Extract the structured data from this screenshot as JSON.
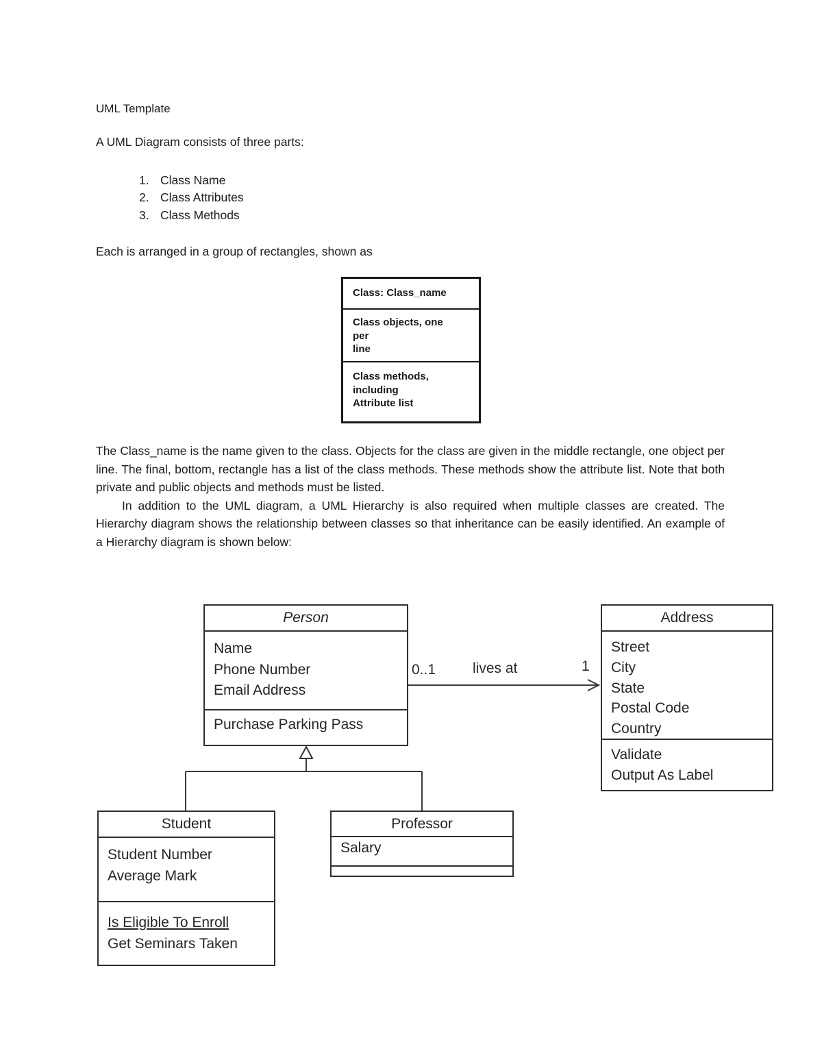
{
  "page": {
    "title_line": "UML Template",
    "intro_line": "A UML Diagram consists of three parts:",
    "list": [
      {
        "number": "1.",
        "label": "Class Name"
      },
      {
        "number": "2.",
        "label": "Class Attributes"
      },
      {
        "number": "3.",
        "label": "Class Methods"
      }
    ],
    "arranged_line": "Each is arranged in a group of rectangles, shown as",
    "template_box": {
      "title": "Class: Class_name",
      "middle": "Class objects, one per\nline",
      "bottom": "Class methods, including\nAttribute list"
    },
    "paragraph1": "The Class_name is the name given to the class.  Objects for the class are given in the middle rectangle, one object per line.  The final, bottom, rectangle has a list of the class methods.  These methods show the attribute list.  Note that both private and public objects and methods must be listed.",
    "paragraph2": "In addition to the UML diagram, a UML Hierarchy is also required when multiple classes are created.  The Hierarchy diagram shows the relationship between classes so that inheritance can be easily identified.  An example of a Hierarchy diagram is shown below:"
  },
  "diagram": {
    "person": {
      "name": "Person",
      "attributes": [
        "Name",
        "Phone Number",
        "Email Address"
      ],
      "methods": [
        "Purchase Parking Pass"
      ]
    },
    "address": {
      "name": "Address",
      "attributes": [
        "Street",
        "City",
        "State",
        "Postal Code",
        "Country"
      ],
      "methods": [
        "Validate",
        "Output As Label"
      ]
    },
    "student": {
      "name": "Student",
      "attributes": [
        "Student Number",
        "Average Mark"
      ],
      "methods": [
        "Is Eligible To Enroll",
        "Get Seminars Taken"
      ]
    },
    "professor": {
      "name": "Professor",
      "attributes": [
        "Salary"
      ],
      "methods": []
    },
    "association": {
      "from_multiplicity": "0..1",
      "label": "lives at",
      "to_multiplicity": "1"
    }
  },
  "colors": {
    "ink": "#1b1b1b",
    "diagram_ink": "#262626",
    "border": "#2f2f2f",
    "background": "#ffffff"
  }
}
